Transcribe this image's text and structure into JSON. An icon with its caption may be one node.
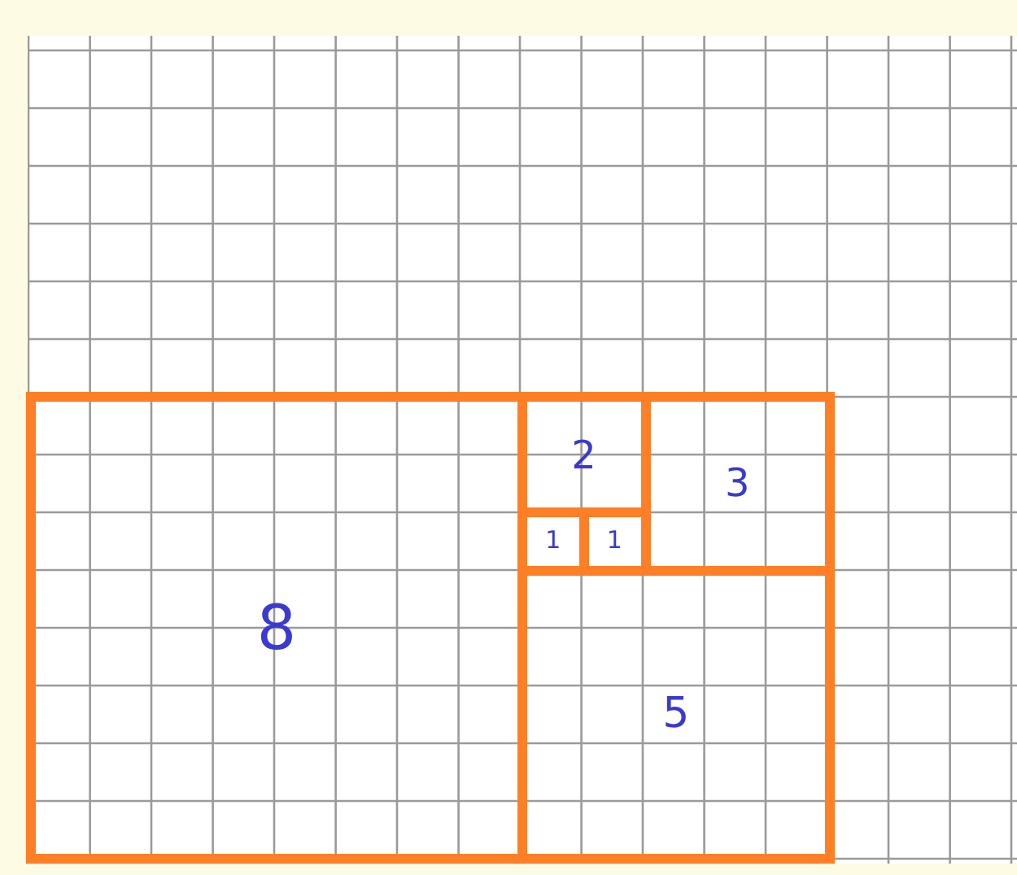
{
  "diagram": {
    "nodes": [
      {
        "text": [
          "8"
        ]
      },
      {
        "text": [
          "2"
        ]
      },
      {
        "text": [
          "1"
        ]
      },
      {
        "text": [
          "1"
        ]
      },
      {
        "text": [
          "3"
        ]
      },
      {
        "text": [
          "5"
        ]
      }
    ]
  }
}
